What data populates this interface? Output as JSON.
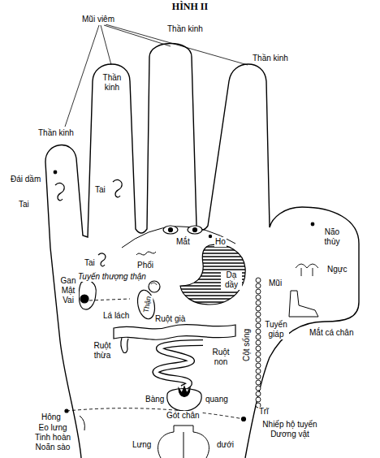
{
  "diagram": {
    "title": "HÌNH II",
    "labels": [
      "Mũi viêm",
      "Thần kinh",
      "Thần kinh",
      "Thần kinh",
      "Thần kinh",
      "Tai",
      "Đái dầm",
      "Tai",
      "Não thùy",
      "Ngực",
      "Phổi",
      "Mắt",
      "Ho",
      "Tai",
      "Dạ dầy",
      "Tuyến thượng thận",
      "Thận",
      "Gan Mật Vai",
      "Lá lách",
      "Ruột già",
      "Ruột thừa",
      "Ruột non",
      "Cột sống",
      "Mũi",
      "Tuyến giáp",
      "Mắt cá chân",
      "Bàng",
      "quang",
      "Gót chân",
      "Hông",
      "Eo lưng Tinh hoàn Noãn sào",
      "Lưng",
      "dưới",
      "Trĩ",
      "Nhiếp hộ tuyến Dương vật"
    ]
  }
}
